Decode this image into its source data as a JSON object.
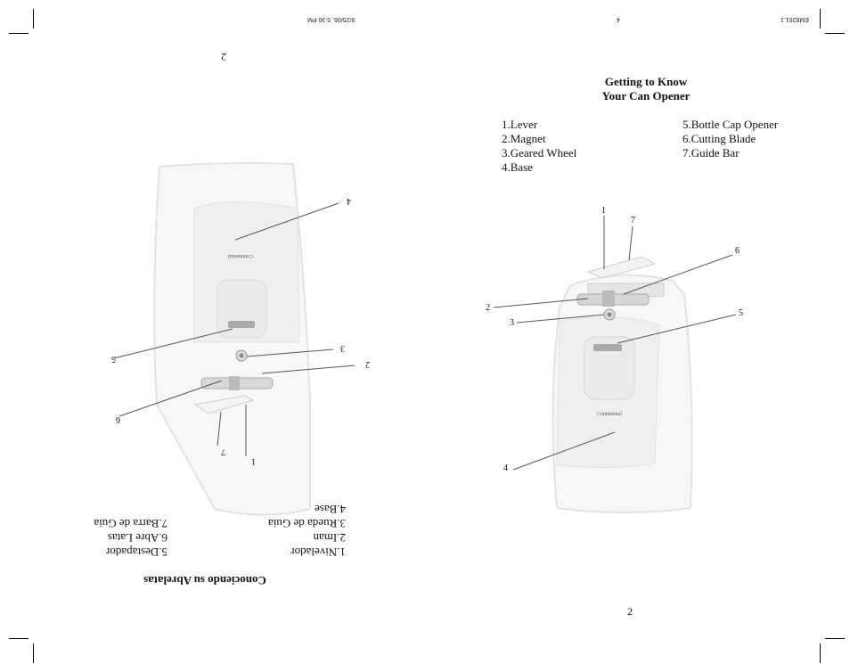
{
  "header": {
    "right_code": "EM8261.1",
    "right_num": "4",
    "left_stamp": "9/25/06, 5:30 PM"
  },
  "left_page": {
    "page_number": "2",
    "title": "Conociendo su Abrelatas",
    "parts_col1": [
      "1.Nivelador",
      "2.Iman",
      "3.Rueda de Guia",
      "4.Base"
    ],
    "parts_col2": [
      "5.Destapador",
      "6.Abre Latas",
      "7.Barra de Guia"
    ],
    "callouts": [
      "1",
      "2",
      "3",
      "4",
      "5",
      "6",
      "7"
    ],
    "brand": "Continental"
  },
  "right_page": {
    "title_line1": "Getting to Know",
    "title_line2": "Your Can Opener",
    "parts_col1": [
      "1.Lever",
      "2.Magnet",
      "3.Geared Wheel",
      "4.Base"
    ],
    "parts_col2": [
      "5.Bottle Cap Opener",
      "6.Cutting Blade",
      "7.Guide Bar"
    ],
    "callouts": [
      "1",
      "2",
      "3",
      "4",
      "5",
      "6",
      "7"
    ],
    "brand": "Continental",
    "page_number": "2"
  }
}
